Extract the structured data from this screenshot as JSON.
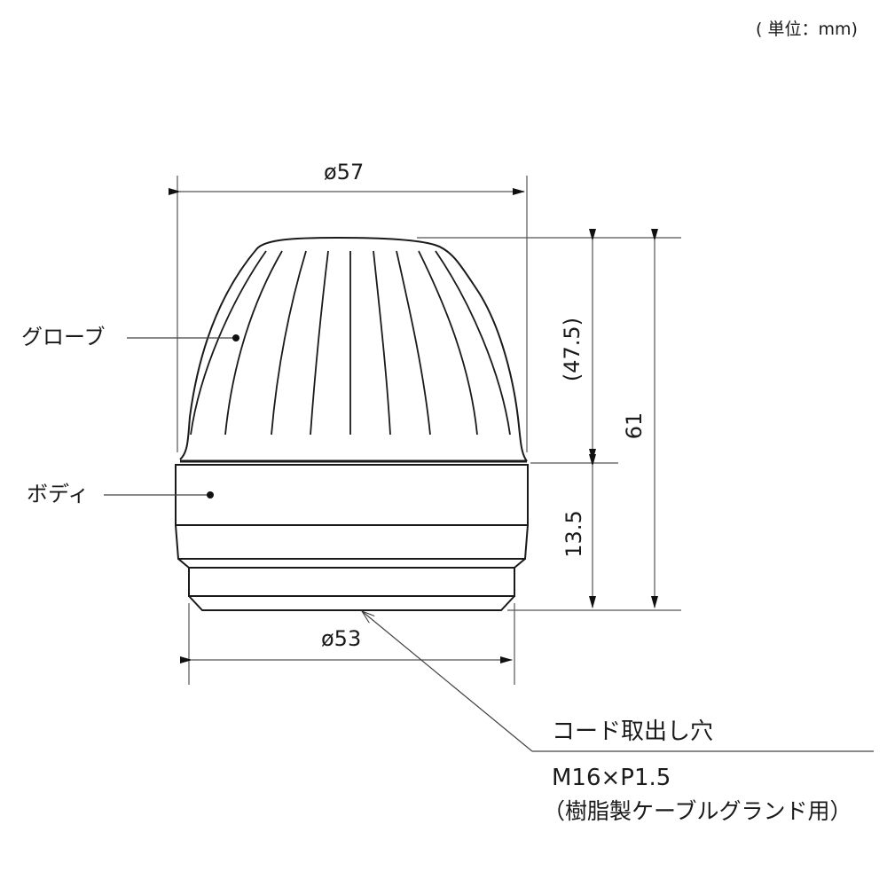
{
  "drawing": {
    "unit_note": "( 単位：mm)",
    "part_labels": {
      "globe": "グローブ",
      "body": "ボディ"
    },
    "dimensions": {
      "top_diameter": "ø57",
      "bottom_diameter": "ø53",
      "globe_height": "(47.5)",
      "body_height": "13.5",
      "total_height": "61"
    },
    "cord_hole": {
      "title": "コード取出し穴",
      "thread": "M16×P1.5",
      "note": "（樹脂製ケーブルグランド用）"
    },
    "colors": {
      "outline": "#1a1a1a",
      "dimension_line": "#555555",
      "background": "#ffffff"
    }
  }
}
